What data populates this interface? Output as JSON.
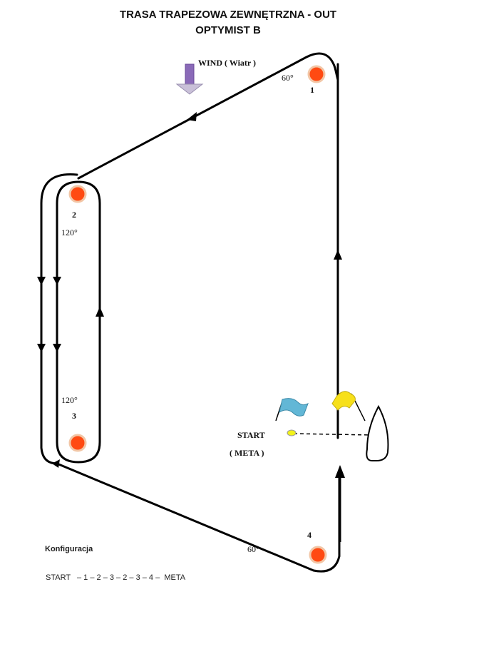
{
  "title": {
    "line1": "TRASA TRAPEZOWA ZEWNĘTRZNA - OUT",
    "line2": "OPTYMIST  B"
  },
  "wind": {
    "label": "WIND ( Wiatr )"
  },
  "marks": [
    {
      "number": "1",
      "angle": "60°"
    },
    {
      "number": "2",
      "angle": "120°"
    },
    {
      "number": "3",
      "angle": "120°"
    },
    {
      "number": "4",
      "angle": "60°"
    }
  ],
  "start": {
    "label": "START",
    "finish_label": "( META   )"
  },
  "configuration": {
    "heading": "Konfiguracja",
    "sequence": "START   – 1 – 2 – 3 – 2 – 3 – 4 –  META"
  },
  "colors": {
    "mark_fill": "#ff4a12",
    "mark_stroke": "#f2c6a6",
    "wind_arrow": "#8a6ab8",
    "flag_blue": "#62b7d6",
    "flag_yellow": "#f7e01a",
    "pin_buoy": "#f2f21a"
  }
}
